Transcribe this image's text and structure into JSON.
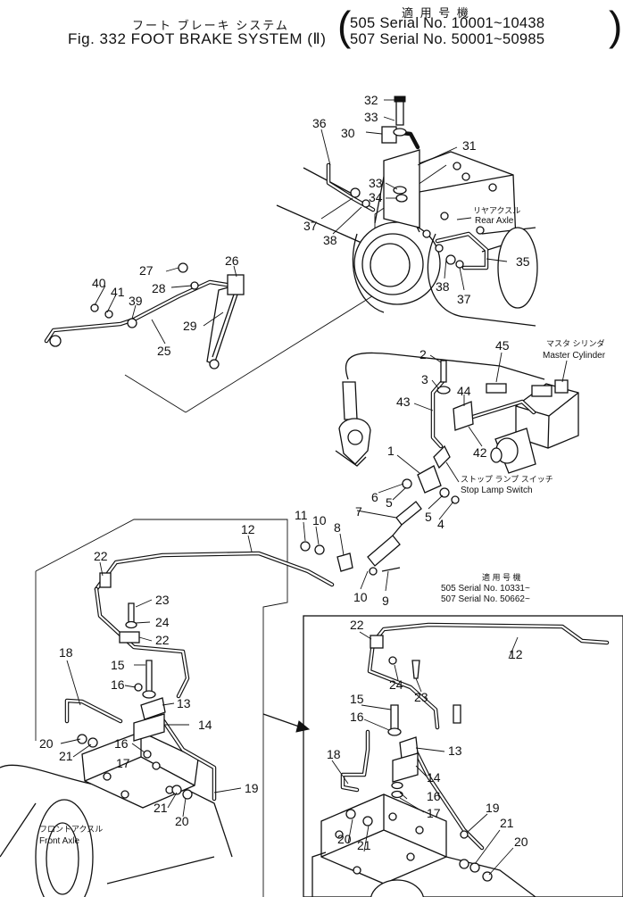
{
  "header": {
    "title_jp": "フート ブレーキ システム",
    "title": "Fig. 332 FOOT BRAKE SYSTEM (Ⅱ)",
    "applicability_jp": "適 用 号 機",
    "serials": [
      "505 Serial No. 10001~10438",
      "507 Serial No. 50001~50985"
    ]
  },
  "inset": {
    "applicability_jp": "適 用 号 機",
    "serials": [
      "505 Serial No. 10331~",
      "507 Serial No. 50662~"
    ]
  },
  "labels": {
    "rear_axle_jp": "リヤアクスル",
    "rear_axle": "Rear Axle",
    "master_cylinder_jp": "マスタ シリンダ",
    "master_cylinder": "Master Cylinder",
    "stop_lamp_switch_jp": "ストップ ランプ スイッチ",
    "stop_lamp_switch": "Stop Lamp Switch",
    "front_axle_jp": "フロントアクスル",
    "front_axle": "Front Axle"
  },
  "callouts": {
    "top": [
      "32",
      "33",
      "30",
      "31",
      "36",
      "33",
      "34",
      "37",
      "38",
      "38",
      "37",
      "35",
      "26",
      "27",
      "28",
      "40",
      "41",
      "39",
      "29",
      "25"
    ],
    "middle": [
      "2",
      "3",
      "45",
      "44",
      "43",
      "42",
      "1",
      "6",
      "5",
      "5",
      "4",
      "11",
      "10",
      "8",
      "7",
      "10",
      "9"
    ],
    "lower_left": [
      "12",
      "22",
      "23",
      "24",
      "22",
      "18",
      "15",
      "16",
      "13",
      "14",
      "20",
      "21",
      "16",
      "17",
      "19",
      "21",
      "20"
    ],
    "lower_right": [
      "22",
      "12",
      "24",
      "23",
      "15",
      "16",
      "13",
      "18",
      "14",
      "16",
      "17",
      "19",
      "21",
      "20",
      "21",
      "20"
    ]
  }
}
